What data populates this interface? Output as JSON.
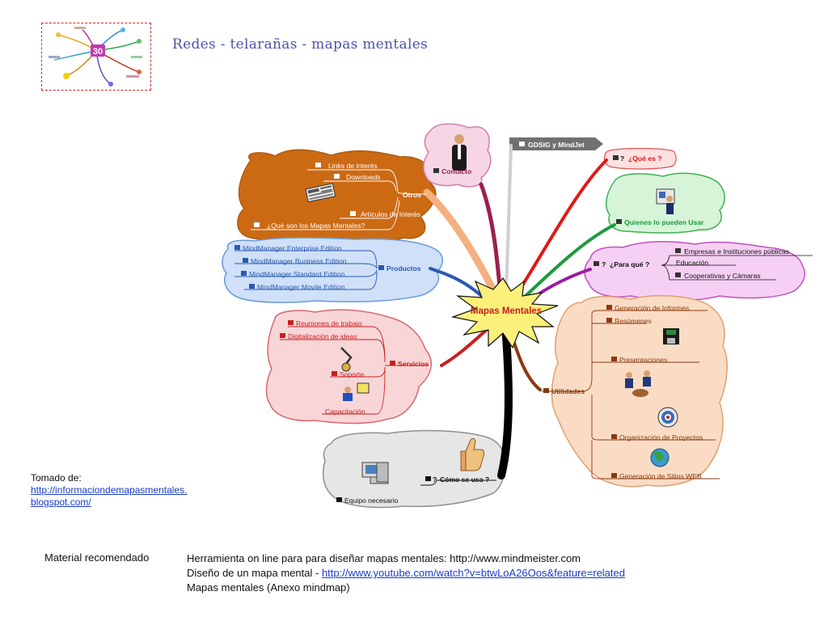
{
  "header": {
    "thumbnail_badge": "30",
    "title": "Redes - telarañas - mapas mentales"
  },
  "mindmap": {
    "center": "Mapas Mentales",
    "branches": {
      "otros": {
        "label": "Otros",
        "color": "#c8620a",
        "items": [
          "Links de Interés",
          "Downloads",
          "Artículos de Interés",
          "¿Qué son los Mapas Mentales?"
        ]
      },
      "contacto": {
        "label": "Contacto",
        "color": "#9a2050"
      },
      "gdsig": {
        "label": "GDSIG y MindJet",
        "color": "#666666"
      },
      "que_es": {
        "label": "¿Qué es ?",
        "color": "#d81818"
      },
      "quienes": {
        "label": "Quienes lo pueden Usar",
        "color": "#1e9a3c"
      },
      "para_que": {
        "label": "¿Para qué ?",
        "color": "#9a1ea0",
        "items": [
          "Empresas e Instituciones públicas",
          "Educación",
          "Cooperativas y Cámaras"
        ]
      },
      "productos": {
        "label": "Productos",
        "color": "#2a5ab0",
        "items": [
          "MindManager Enterprise Edition",
          "MindManager Business Edition",
          "MindManager Standard Edition",
          "MindManager Movile Edition"
        ]
      },
      "servicios": {
        "label": "Servicios",
        "color": "#c81e1e",
        "items": [
          "Reuniones de trabajo",
          "Digitalización de ideas",
          "Soporte",
          "Capacitación"
        ]
      },
      "utilidades": {
        "label": "Utilidades",
        "color": "#8a3a10",
        "items": [
          "Generación de Informes",
          "Resúmenes",
          "Presentaciones",
          "Organización de Proyectos",
          "Generación de Sitios WEB"
        ]
      },
      "como": {
        "label": "Cómo se usa ?",
        "color": "#111111",
        "items": [
          "Equipo necesario"
        ]
      }
    }
  },
  "credit": {
    "label": "Tomado de:",
    "link_line1": "http://informaciondemapasmentales.",
    "link_line2": "blogspot.com/"
  },
  "material": {
    "heading": "Material recomendado",
    "line1": "Herramienta on line para para diseñar mapas mentales: http://www.mindmeister.com",
    "line2_prefix": "Diseño de un mapa mental - ",
    "line2_link": "http://www.youtube.com/watch?v=btwLoA26Oos&feature=related",
    "line3": "Mapas mentales (Anexo mindmap)"
  }
}
